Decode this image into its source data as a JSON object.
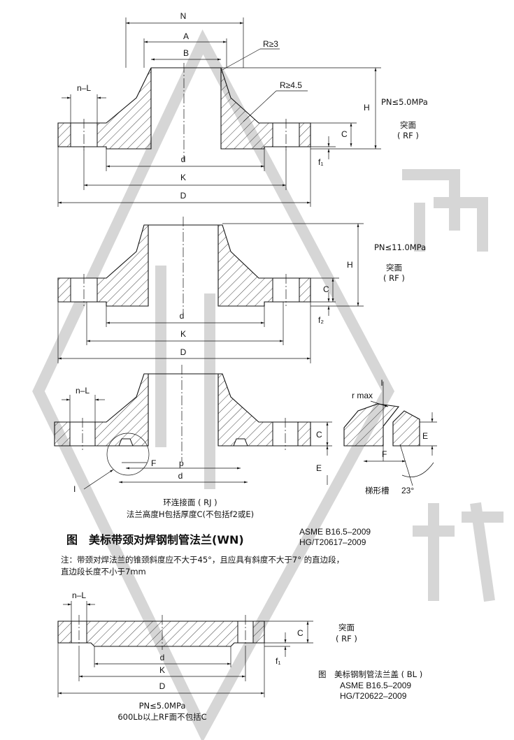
{
  "colors": {
    "line": "#111111",
    "watermark": "#d6d6d6"
  },
  "view1": {
    "dims": {
      "N": "N",
      "A": "A",
      "B": "B",
      "R1": "R≥3",
      "R2": "R≥4.5",
      "nL": "n–L",
      "H": "H",
      "C": "C",
      "f": "f₁",
      "d": "d",
      "K": "K",
      "D": "D"
    },
    "pressure": "PN≤5.0MPa",
    "face": "突面",
    "face_code": "( RF )"
  },
  "view2": {
    "dims": {
      "H": "H",
      "C": "C",
      "f": "f₂",
      "d": "d",
      "K": "K",
      "D": "D"
    },
    "pressure": "PN≤11.0MPa",
    "face": "突面",
    "face_code": "( RF )"
  },
  "view3": {
    "dims": {
      "nL": "n–L",
      "C": "C",
      "F": "F",
      "E": "E",
      "p": "p",
      "d": "d",
      "I": "I"
    },
    "caption1": "环连接面 ( RJ )",
    "caption2": "法兰高度H包括厚度C(不包括f2或E)"
  },
  "detail": {
    "I": "I",
    "rmax": "r max",
    "E": "E",
    "F": "F",
    "angle": "23°",
    "caption": "梯形槽"
  },
  "title": "图　美标带颈对焊钢制管法兰(WN)",
  "standards1": [
    "ASME B16.5–2009",
    "HG/T20617–2009"
  ],
  "note": [
    "注：带颈对焊法兰的锥颈斜度应不大于45°，且应具有斜度不大于7° 的直边段，",
    "直边段长度不小于7mm"
  ],
  "view4": {
    "dims": {
      "nL": "n–L",
      "C": "C",
      "f": "f₁",
      "d": "d",
      "K": "K",
      "D": "D"
    },
    "face": "突面",
    "face_code": "( RF )",
    "caption1": "PN≤5.0MPa",
    "caption2": "600Lb以上RF面不包括C"
  },
  "title2": "图　美标钢制管法兰盖 ( BL )",
  "standards2": [
    "ASME B16.5–2009",
    "HG/T20622–2009"
  ]
}
